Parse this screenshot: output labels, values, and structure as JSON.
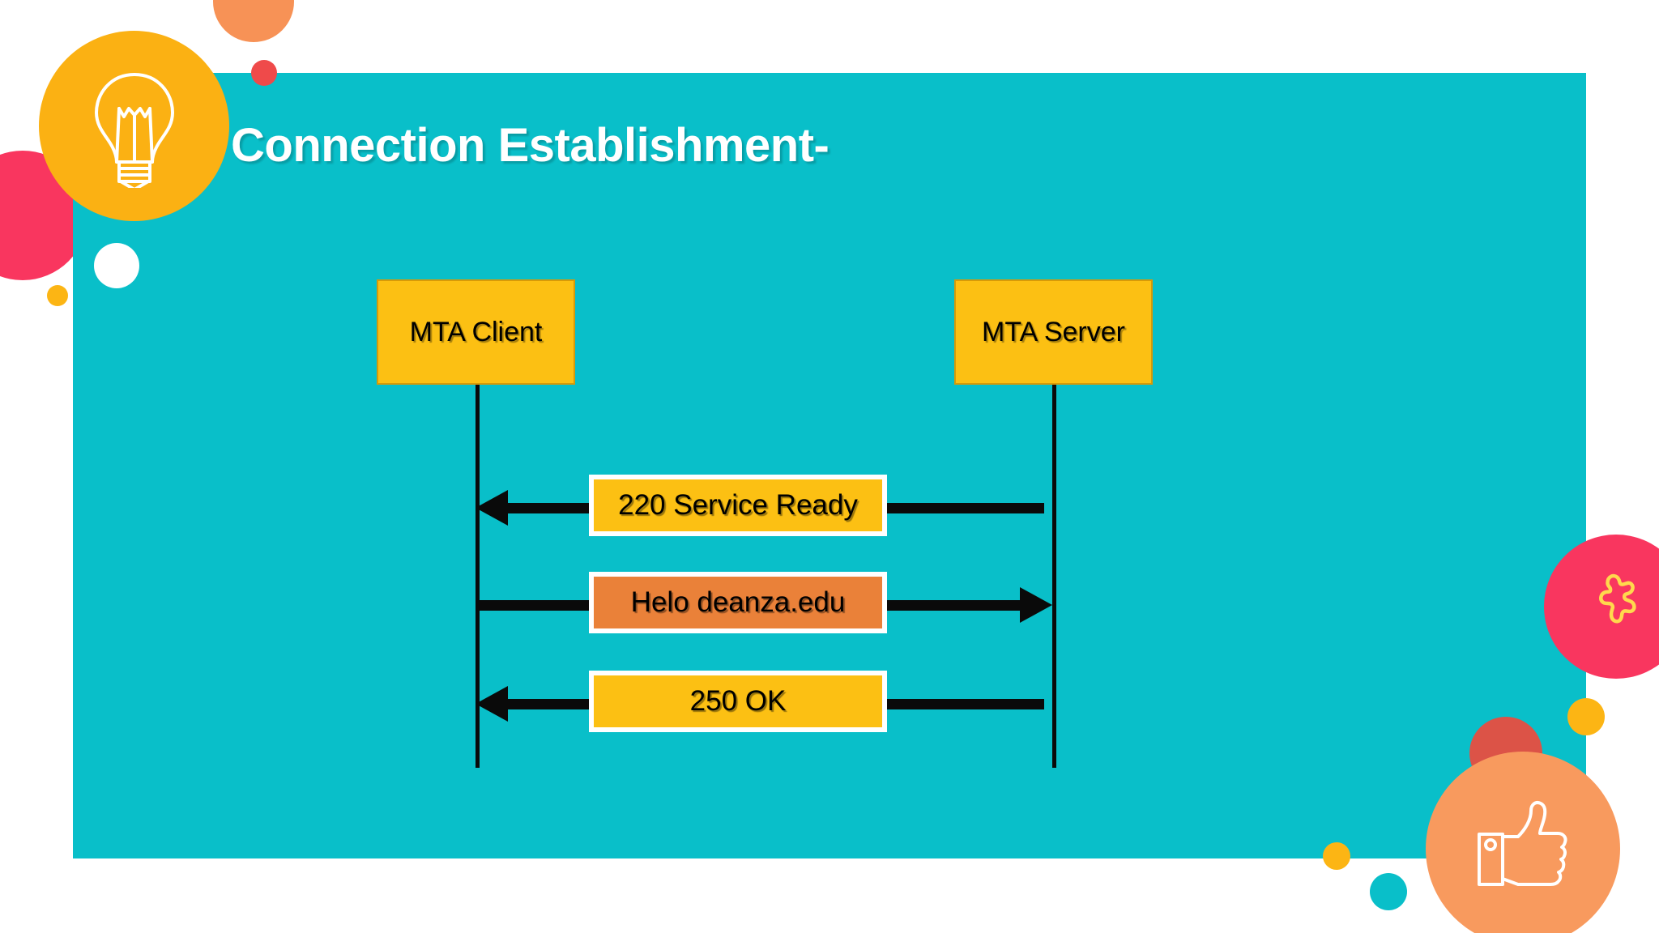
{
  "slide": {
    "title": "Connection Establishment-",
    "background_color": "#ffffff",
    "panel_color": "#09bfc9"
  },
  "diagram": {
    "type": "sequence-diagram",
    "actors": [
      {
        "id": "client",
        "label": "MTA Client",
        "box_color": "#fcc013"
      },
      {
        "id": "server",
        "label": "MTA Server",
        "box_color": "#fcc013"
      }
    ],
    "messages": [
      {
        "index": 1,
        "label": "220 Service Ready",
        "from": "server",
        "to": "client",
        "direction": "right-to-left",
        "label_color": "#fcc013"
      },
      {
        "index": 2,
        "label": "Helo deanza.edu",
        "from": "client",
        "to": "server",
        "direction": "left-to-right",
        "label_color": "#ea8139"
      },
      {
        "index": 3,
        "label": "250 OK",
        "from": "server",
        "to": "client",
        "direction": "right-to-left",
        "label_color": "#fcc013"
      }
    ]
  },
  "decorations": {
    "shapes": [
      {
        "name": "orange-circle-top",
        "color": "#f79256"
      },
      {
        "name": "yellow-badge-circle",
        "color": "#fbb113",
        "icon": "lightbulb-icon"
      },
      {
        "name": "pink-circle-left",
        "color": "#f9365f"
      },
      {
        "name": "red-dot-small",
        "color": "#ef4a4a"
      },
      {
        "name": "white-circle",
        "color": "#ffffff"
      },
      {
        "name": "yellow-dot-left",
        "color": "#fcb514"
      },
      {
        "name": "pink-badge-circle",
        "color": "#f9365f",
        "icon": "puzzle-icon"
      },
      {
        "name": "yellow-dot-right",
        "color": "#fcb514"
      },
      {
        "name": "red-circle-overlap",
        "color": "#ef4a3c"
      },
      {
        "name": "orange-badge-circle",
        "color": "#f89a5e",
        "icon": "thumbs-up-icon"
      },
      {
        "name": "yellow-dot-bottom",
        "color": "#fcb514"
      },
      {
        "name": "teal-dot-bottom",
        "color": "#09bfc9"
      }
    ]
  }
}
